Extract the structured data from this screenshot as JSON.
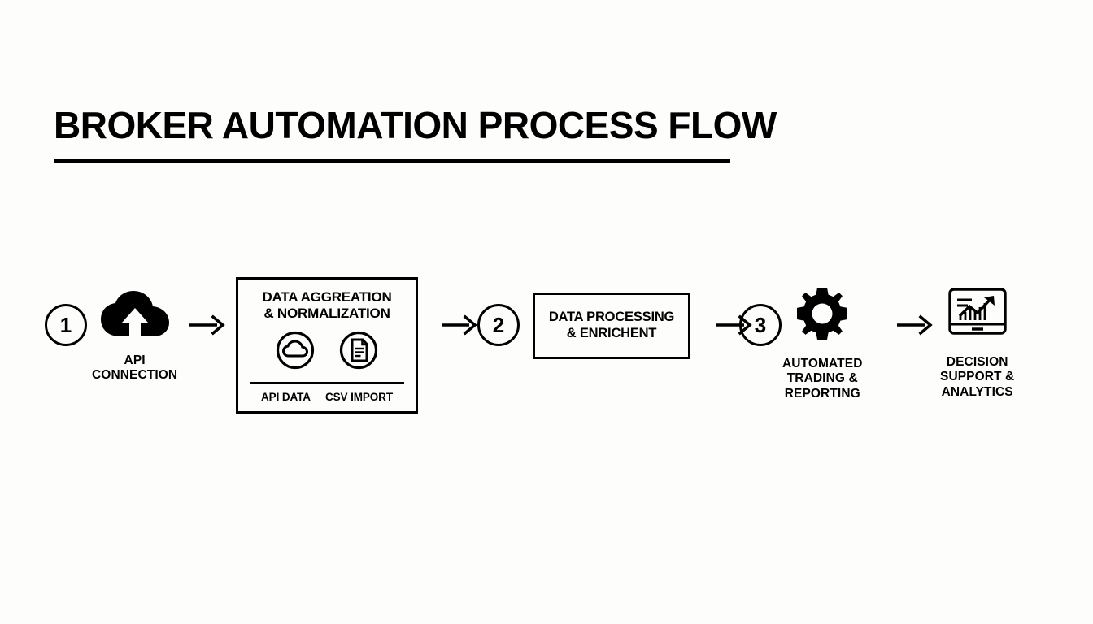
{
  "title": "BROKER AUTOMATION PROCESS FLOW",
  "flow": {
    "step1": {
      "number": "1",
      "icon": "cloud-upload-icon",
      "caption": "API\nCONNECTION"
    },
    "aggregation_box": {
      "heading": "DATA AGGREATION\n& NORMALIZATION",
      "icons": [
        {
          "icon": "cloud-icon",
          "label": "API DATA"
        },
        {
          "icon": "document-icon",
          "label": "CSV IMPORT"
        }
      ]
    },
    "step2": {
      "number": "2",
      "box_text": "DATA PROCESSING\n& ENRICHENT"
    },
    "step3": {
      "number": "3",
      "icon": "gear-icon",
      "caption": "AUTOMATED\nTRADING &\nREPORTING"
    },
    "outcome": {
      "icon": "analytics-monitor-icon",
      "caption": "DECISION\nSUPPORT &\nANALYTICS"
    },
    "arrows": [
      "arrow-1",
      "arrow-2",
      "arrow-3",
      "arrow-4"
    ]
  },
  "colors": {
    "ink": "#000000",
    "background": "#fdfdfb"
  }
}
